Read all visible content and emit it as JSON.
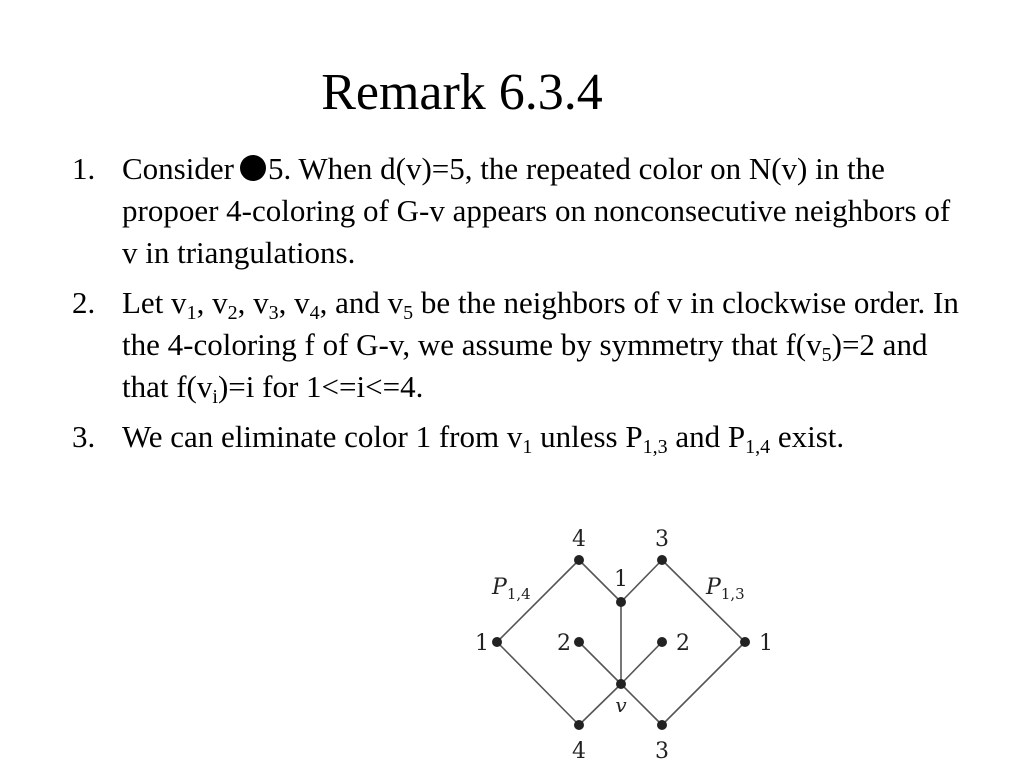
{
  "slide": {
    "title": "Remark 6.3.4"
  },
  "items": [
    {
      "number": "1.",
      "pre": "Consider",
      "post": "5. When d(v)=5, the repeated color on N(v) in the propoer 4-coloring of G-v appears on nonconsecutive neighbors of v in triangulations.",
      "symbol": "filled-circle-icon"
    },
    {
      "number": "2.",
      "segments": [
        {
          "text": "Let v"
        },
        {
          "sub": "1"
        },
        {
          "text": ", v"
        },
        {
          "sub": "2"
        },
        {
          "text": ", v"
        },
        {
          "sub": "3"
        },
        {
          "text": ", v"
        },
        {
          "sub": "4"
        },
        {
          "text": ", and v"
        },
        {
          "sub": "5"
        },
        {
          "text": " be the neighbors of v in clockwise order. In the 4-coloring f of G-v, we assume by symmetry that f(v"
        },
        {
          "sub": "5"
        },
        {
          "text": ")=2 and that f(v"
        },
        {
          "sub": "i"
        },
        {
          "text": ")=i for 1<=i<=4."
        }
      ]
    },
    {
      "number": "3.",
      "segments": [
        {
          "text": "We can eliminate color 1 from v"
        },
        {
          "sub": "1"
        },
        {
          "text": " unless P"
        },
        {
          "sub": "1,3"
        },
        {
          "text": " and P"
        },
        {
          "sub": "1,4"
        },
        {
          "text": " exist."
        }
      ]
    }
  ],
  "figure": {
    "labels": {
      "top_left": "4",
      "top_right": "3",
      "center_top": "1",
      "left": "1",
      "inner_left": "2",
      "inner_right": "2",
      "right": "1",
      "bottom_left": "4",
      "bottom_right": "3",
      "v": "v"
    },
    "paths": {
      "p14_main": "P",
      "p14_sub": "1,4",
      "p13_main": "P",
      "p13_sub": "1,3"
    },
    "colors": {
      "edge": "#555555",
      "node": "#222222"
    }
  }
}
